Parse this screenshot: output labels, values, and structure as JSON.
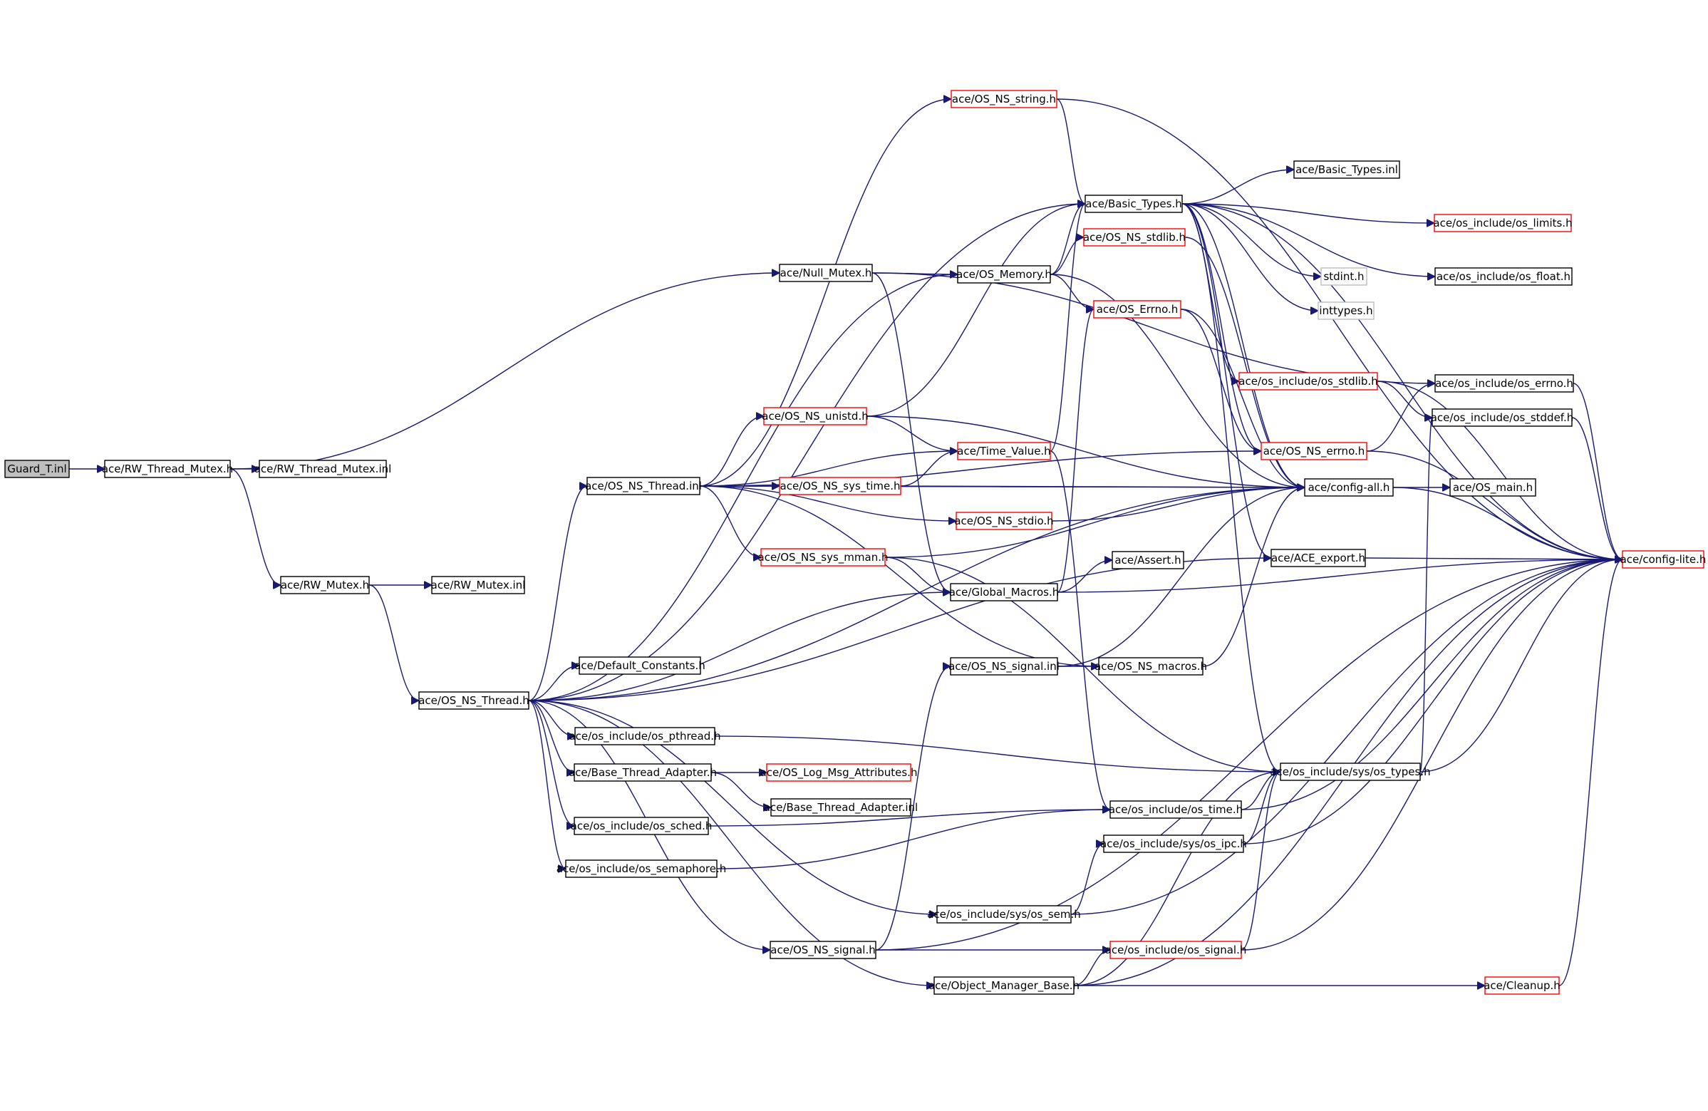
{
  "nodes": [
    {
      "id": "guard_t_inl",
      "label": "Guard_T.inl",
      "style": "root"
    },
    {
      "id": "rw_thread_mutex_h",
      "label": "ace/RW_Thread_Mutex.h",
      "style": "normal"
    },
    {
      "id": "rw_thread_mutex_inl",
      "label": "ace/RW_Thread_Mutex.inl",
      "style": "normal"
    },
    {
      "id": "rw_mutex_h",
      "label": "ace/RW_Mutex.h",
      "style": "normal"
    },
    {
      "id": "rw_mutex_inl",
      "label": "ace/RW_Mutex.inl",
      "style": "normal"
    },
    {
      "id": "os_ns_thread_h",
      "label": "ace/OS_NS_Thread.h",
      "style": "normal"
    },
    {
      "id": "null_mutex_h",
      "label": "ace/Null_Mutex.h",
      "style": "normal"
    },
    {
      "id": "os_ns_string_h",
      "label": "ace/OS_NS_string.h",
      "style": "truncated"
    },
    {
      "id": "basic_types_h",
      "label": "ace/Basic_Types.h",
      "style": "normal"
    },
    {
      "id": "basic_types_inl",
      "label": "ace/Basic_Types.inl",
      "style": "normal"
    },
    {
      "id": "os_limits_h",
      "label": "ace/os_include/os_limits.h",
      "style": "truncated"
    },
    {
      "id": "os_ns_stdlib_h",
      "label": "ace/OS_NS_stdlib.h",
      "style": "truncated"
    },
    {
      "id": "os_memory_h",
      "label": "ace/OS_Memory.h",
      "style": "normal"
    },
    {
      "id": "stdint_h",
      "label": "stdint.h",
      "style": "external"
    },
    {
      "id": "os_float_h",
      "label": "ace/os_include/os_float.h",
      "style": "normal"
    },
    {
      "id": "os_errno_h_ace",
      "label": "ace/OS_Errno.h",
      "style": "truncated"
    },
    {
      "id": "inttypes_h",
      "label": "inttypes.h",
      "style": "external"
    },
    {
      "id": "os_stdlib_h",
      "label": "ace/os_include/os_stdlib.h",
      "style": "truncated"
    },
    {
      "id": "os_errno_h",
      "label": "ace/os_include/os_errno.h",
      "style": "normal"
    },
    {
      "id": "os_ns_unistd_h",
      "label": "ace/OS_NS_unistd.h",
      "style": "truncated"
    },
    {
      "id": "os_stddef_h",
      "label": "ace/os_include/os_stddef.h",
      "style": "normal"
    },
    {
      "id": "time_value_h",
      "label": "ace/Time_Value.h",
      "style": "truncated"
    },
    {
      "id": "os_ns_errno_h",
      "label": "ace/OS_NS_errno.h",
      "style": "truncated"
    },
    {
      "id": "os_ns_thread_inl",
      "label": "ace/OS_NS_Thread.inl",
      "style": "normal"
    },
    {
      "id": "os_ns_sys_time_h",
      "label": "ace/OS_NS_sys_time.h",
      "style": "truncated"
    },
    {
      "id": "config_all_h",
      "label": "ace/config-all.h",
      "style": "normal"
    },
    {
      "id": "os_main_h",
      "label": "ace/OS_main.h",
      "style": "normal"
    },
    {
      "id": "os_ns_stdio_h",
      "label": "ace/OS_NS_stdio.h",
      "style": "truncated"
    },
    {
      "id": "os_ns_sys_mman_h",
      "label": "ace/OS_NS_sys_mman.h",
      "style": "truncated"
    },
    {
      "id": "assert_h",
      "label": "ace/Assert.h",
      "style": "normal"
    },
    {
      "id": "ace_export_h",
      "label": "ace/ACE_export.h",
      "style": "normal"
    },
    {
      "id": "config_lite_h",
      "label": "ace/config-lite.h",
      "style": "truncated"
    },
    {
      "id": "global_macros_h",
      "label": "ace/Global_Macros.h",
      "style": "normal"
    },
    {
      "id": "default_constants_h",
      "label": "ace/Default_Constants.h",
      "style": "normal"
    },
    {
      "id": "os_ns_signal_inl",
      "label": "ace/OS_NS_signal.inl",
      "style": "normal"
    },
    {
      "id": "os_ns_macros_h",
      "label": "ace/OS_NS_macros.h",
      "style": "normal"
    },
    {
      "id": "os_pthread_h",
      "label": "ace/os_include/os_pthread.h",
      "style": "normal"
    },
    {
      "id": "sys_os_types_h",
      "label": "ace/os_include/sys/os_types.h",
      "style": "normal"
    },
    {
      "id": "base_thread_adapter_h",
      "label": "ace/Base_Thread_Adapter.h",
      "style": "normal"
    },
    {
      "id": "os_log_msg_attributes_h",
      "label": "ace/OS_Log_Msg_Attributes.h",
      "style": "truncated"
    },
    {
      "id": "base_thread_adapter_inl",
      "label": "ace/Base_Thread_Adapter.inl",
      "style": "normal"
    },
    {
      "id": "os_time_h",
      "label": "ace/os_include/os_time.h",
      "style": "normal"
    },
    {
      "id": "os_sched_h",
      "label": "ace/os_include/os_sched.h",
      "style": "normal"
    },
    {
      "id": "sys_os_ipc_h",
      "label": "ace/os_include/sys/os_ipc.h",
      "style": "normal"
    },
    {
      "id": "os_semaphore_h",
      "label": "ace/os_include/os_semaphore.h",
      "style": "normal"
    },
    {
      "id": "sys_os_sem_h",
      "label": "ace/os_include/sys/os_sem.h",
      "style": "normal"
    },
    {
      "id": "os_ns_signal_h",
      "label": "ace/OS_NS_signal.h",
      "style": "normal"
    },
    {
      "id": "os_signal_h",
      "label": "ace/os_include/os_signal.h",
      "style": "truncated"
    },
    {
      "id": "object_manager_base_h",
      "label": "ace/Object_Manager_Base.h",
      "style": "normal"
    },
    {
      "id": "cleanup_h",
      "label": "ace/Cleanup.h",
      "style": "truncated"
    }
  ],
  "edges": [
    [
      "guard_t_inl",
      "rw_thread_mutex_h"
    ],
    [
      "rw_thread_mutex_h",
      "rw_thread_mutex_inl"
    ],
    [
      "rw_thread_mutex_h",
      "rw_mutex_h"
    ],
    [
      "rw_thread_mutex_h",
      "null_mutex_h"
    ],
    [
      "rw_mutex_h",
      "rw_mutex_inl"
    ],
    [
      "rw_mutex_h",
      "os_ns_thread_h"
    ],
    [
      "null_mutex_h",
      "os_memory_h"
    ],
    [
      "null_mutex_h",
      "global_macros_h"
    ],
    [
      "null_mutex_h",
      "os_errno_h"
    ],
    [
      "os_ns_string_h",
      "basic_types_h"
    ],
    [
      "os_ns_string_h",
      "config_lite_h"
    ],
    [
      "basic_types_h",
      "basic_types_inl"
    ],
    [
      "basic_types_h",
      "os_limits_h"
    ],
    [
      "basic_types_h",
      "stdint_h"
    ],
    [
      "basic_types_h",
      "os_float_h"
    ],
    [
      "basic_types_h",
      "inttypes_h"
    ],
    [
      "basic_types_h",
      "os_stdlib_h"
    ],
    [
      "basic_types_h",
      "os_ns_errno_h"
    ],
    [
      "basic_types_h",
      "config_all_h"
    ],
    [
      "basic_types_h",
      "ace_export_h"
    ],
    [
      "basic_types_h",
      "sys_os_types_h"
    ],
    [
      "basic_types_h",
      "config_lite_h"
    ],
    [
      "os_memory_h",
      "basic_types_h"
    ],
    [
      "os_memory_h",
      "os_ns_stdlib_h"
    ],
    [
      "os_memory_h",
      "os_errno_h_ace"
    ],
    [
      "os_memory_h",
      "config_all_h"
    ],
    [
      "os_ns_stdlib_h",
      "config_all_h"
    ],
    [
      "os_errno_h_ace",
      "os_ns_errno_h"
    ],
    [
      "os_errno_h_ace",
      "config_all_h"
    ],
    [
      "os_stdlib_h",
      "os_stddef_h"
    ],
    [
      "os_stdlib_h",
      "config_lite_h"
    ],
    [
      "os_errno_h",
      "config_lite_h"
    ],
    [
      "os_ns_errno_h",
      "os_errno_h"
    ],
    [
      "os_ns_errno_h",
      "config_lite_h"
    ],
    [
      "os_stddef_h",
      "config_lite_h"
    ],
    [
      "os_ns_unistd_h",
      "basic_types_h"
    ],
    [
      "os_ns_unistd_h",
      "time_value_h"
    ],
    [
      "os_ns_unistd_h",
      "config_all_h"
    ],
    [
      "time_value_h",
      "basic_types_h"
    ],
    [
      "time_value_h",
      "os_time_h"
    ],
    [
      "os_ns_thread_inl",
      "os_ns_string_h"
    ],
    [
      "os_ns_thread_inl",
      "os_ns_unistd_h"
    ],
    [
      "os_ns_thread_inl",
      "os_ns_sys_time_h"
    ],
    [
      "os_ns_thread_inl",
      "time_value_h"
    ],
    [
      "os_ns_thread_inl",
      "os_ns_stdio_h"
    ],
    [
      "os_ns_thread_inl",
      "os_ns_sys_mman_h"
    ],
    [
      "os_ns_thread_inl",
      "os_ns_macros_h"
    ],
    [
      "os_ns_thread_inl",
      "config_all_h"
    ],
    [
      "os_ns_thread_inl",
      "os_ns_errno_h"
    ],
    [
      "os_ns_sys_time_h",
      "time_value_h"
    ],
    [
      "os_ns_sys_time_h",
      "config_all_h"
    ],
    [
      "os_ns_stdio_h",
      "config_all_h"
    ],
    [
      "os_ns_sys_mman_h",
      "global_macros_h"
    ],
    [
      "os_ns_sys_mman_h",
      "config_all_h"
    ],
    [
      "os_ns_sys_mman_h",
      "sys_os_types_h"
    ],
    [
      "config_all_h",
      "os_main_h"
    ],
    [
      "config_all_h",
      "config_lite_h"
    ],
    [
      "ace_export_h",
      "config_lite_h"
    ],
    [
      "global_macros_h",
      "assert_h"
    ],
    [
      "global_macros_h",
      "os_errno_h_ace"
    ],
    [
      "global_macros_h",
      "config_lite_h"
    ],
    [
      "os_ns_signal_inl",
      "os_ns_macros_h"
    ],
    [
      "os_ns_signal_inl",
      "config_all_h"
    ],
    [
      "os_ns_macros_h",
      "config_all_h"
    ],
    [
      "os_ns_thread_h",
      "os_ns_thread_inl"
    ],
    [
      "os_ns_thread_h",
      "basic_types_h"
    ],
    [
      "os_ns_thread_h",
      "os_memory_h"
    ],
    [
      "os_ns_thread_h",
      "config_all_h"
    ],
    [
      "os_ns_thread_h",
      "global_macros_h"
    ],
    [
      "os_ns_thread_h",
      "default_constants_h"
    ],
    [
      "os_ns_thread_h",
      "ace_export_h"
    ],
    [
      "os_ns_thread_h",
      "os_pthread_h"
    ],
    [
      "os_ns_thread_h",
      "base_thread_adapter_h"
    ],
    [
      "os_ns_thread_h",
      "os_sched_h"
    ],
    [
      "os_ns_thread_h",
      "os_semaphore_h"
    ],
    [
      "os_ns_thread_h",
      "sys_os_sem_h"
    ],
    [
      "os_ns_thread_h",
      "os_ns_signal_h"
    ],
    [
      "os_ns_thread_h",
      "object_manager_base_h"
    ],
    [
      "os_pthread_h",
      "sys_os_types_h"
    ],
    [
      "base_thread_adapter_h",
      "os_log_msg_attributes_h"
    ],
    [
      "base_thread_adapter_h",
      "base_thread_adapter_inl"
    ],
    [
      "os_sched_h",
      "os_time_h"
    ],
    [
      "os_semaphore_h",
      "os_time_h"
    ],
    [
      "os_time_h",
      "sys_os_types_h"
    ],
    [
      "os_time_h",
      "config_lite_h"
    ],
    [
      "sys_os_types_h",
      "os_stddef_h"
    ],
    [
      "sys_os_types_h",
      "config_lite_h"
    ],
    [
      "sys_os_ipc_h",
      "sys_os_types_h"
    ],
    [
      "sys_os_ipc_h",
      "config_lite_h"
    ],
    [
      "sys_os_sem_h",
      "sys_os_ipc_h"
    ],
    [
      "sys_os_sem_h",
      "config_lite_h"
    ],
    [
      "os_ns_signal_h",
      "os_ns_signal_inl"
    ],
    [
      "os_ns_signal_h",
      "os_signal_h"
    ],
    [
      "os_ns_signal_h",
      "config_lite_h"
    ],
    [
      "os_signal_h",
      "sys_os_types_h"
    ],
    [
      "os_signal_h",
      "config_lite_h"
    ],
    [
      "object_manager_base_h",
      "os_signal_h"
    ],
    [
      "object_manager_base_h",
      "sys_os_types_h"
    ],
    [
      "object_manager_base_h",
      "cleanup_h"
    ],
    [
      "object_manager_base_h",
      "config_lite_h"
    ],
    [
      "cleanup_h",
      "config_lite_h"
    ]
  ],
  "colors": {
    "edge": "#191970",
    "normal_border": "#000000",
    "truncated_border": "#ff0000",
    "external_border": "#bfbfbf",
    "root_fill": "#bfbfbf"
  }
}
